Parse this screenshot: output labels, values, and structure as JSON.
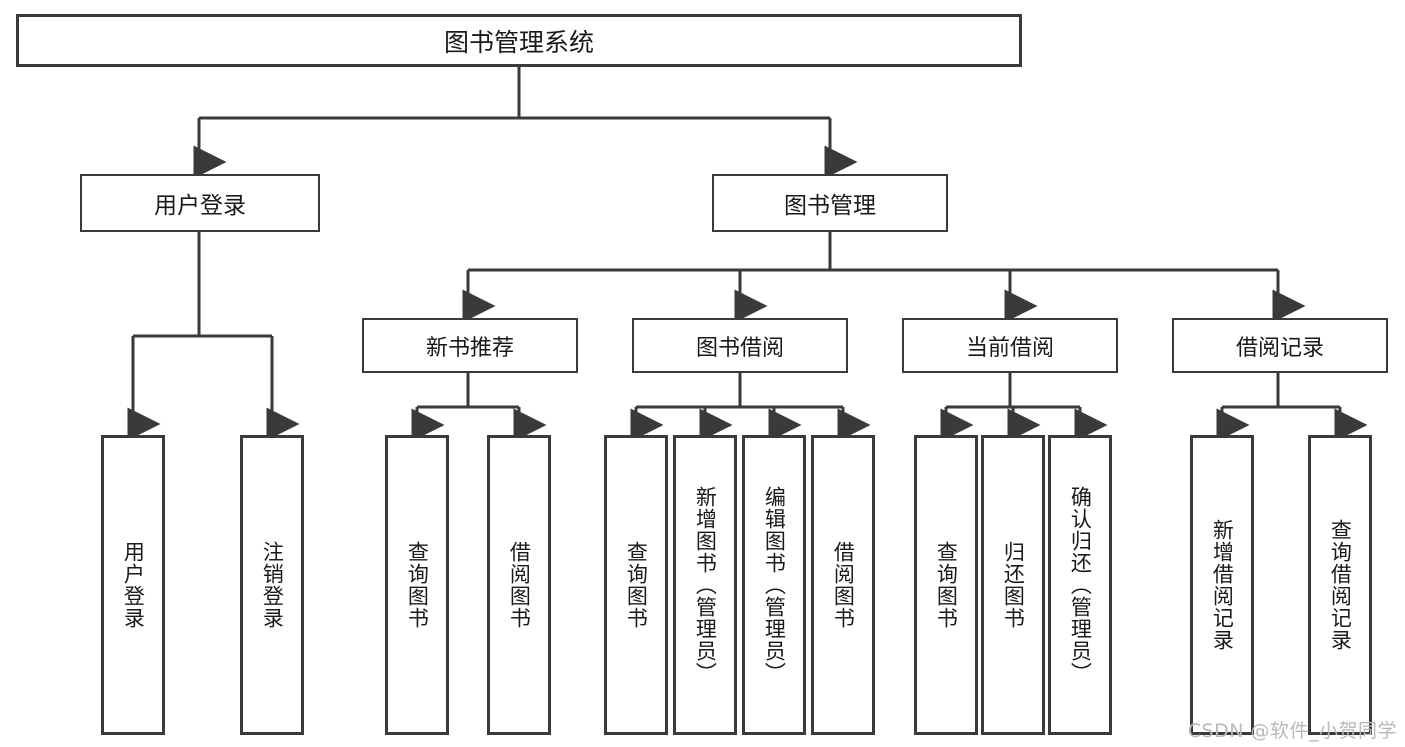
{
  "diagram": {
    "title": "图书管理系统",
    "root": {
      "label": "图书管理系统"
    },
    "level1": [
      {
        "label": "用户登录"
      },
      {
        "label": "图书管理"
      }
    ],
    "level2": [
      {
        "label": "新书推荐"
      },
      {
        "label": "图书借阅"
      },
      {
        "label": "当前借阅"
      },
      {
        "label": "借阅记录"
      }
    ],
    "leaves": {
      "user_login": [
        {
          "label": "用户登录"
        },
        {
          "label": "注销登录"
        }
      ],
      "new_book_recommend": [
        {
          "label": "查询图书"
        },
        {
          "label": "借阅图书"
        }
      ],
      "book_borrow": [
        {
          "label": "查询图书"
        },
        {
          "label": "新增图书（管理员）"
        },
        {
          "label": "编辑图书（管理员）"
        },
        {
          "label": "借阅图书"
        }
      ],
      "current_borrow": [
        {
          "label": "查询图书"
        },
        {
          "label": "归还图书"
        },
        {
          "label": "确认归还（管理员）"
        }
      ],
      "borrow_record": [
        {
          "label": "新增借阅记录"
        },
        {
          "label": "查询借阅记录"
        }
      ]
    }
  },
  "watermark": {
    "text": "CSDN @软件_小贺同学"
  },
  "colors": {
    "stroke": "#3a3a3a",
    "text": "#1a1a1a",
    "background": "#ffffff",
    "watermark": "#b9b9b9"
  }
}
